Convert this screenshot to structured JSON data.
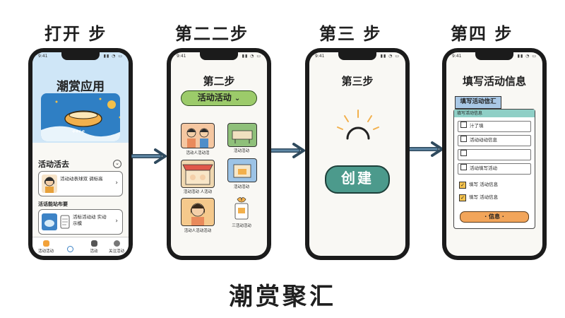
{
  "steps": [
    {
      "title": "打开 步"
    },
    {
      "title": "第二二步"
    },
    {
      "title": "第三 步"
    },
    {
      "title": "第四 步"
    }
  ],
  "footer_title": "潮赏聚汇",
  "status_time": "9:41",
  "phone1": {
    "app_title": "潮赏应用",
    "hero_text": "ቀቀሩቀ",
    "section1_title": "活动活去",
    "card1_text": "活动动表球双 调标高",
    "section2_title": "活话能站布要",
    "card2_text": "活标活动动 实动示模",
    "nav": [
      "活动活动",
      "",
      "活动",
      "关注活动"
    ]
  },
  "phone2": {
    "title": "第二步",
    "pill": "活动活动",
    "captions": [
      "活动人活动活",
      "活动活动",
      "活动活动 人活动",
      "活动活动",
      "活动人活动活动",
      "三活动活动"
    ]
  },
  "phone3": {
    "title": "第三步",
    "button": "创建"
  },
  "phone4": {
    "title": "填写活动信息",
    "tab": "填写活动信汇",
    "form_head": "填写活动信息",
    "rows": [
      "汁了填",
      "活动动动信息",
      "",
      "活动填写活动"
    ],
    "checks": [
      "填写 活动信息",
      "填写 活动信息"
    ],
    "submit": "· 信息 ·"
  },
  "colors": {
    "phone_body": "#1b1b1b",
    "pill_green": "#9ccb6a",
    "create_teal": "#4c9a8c",
    "form_teal": "#8fcfc6",
    "submit_orange": "#f2a55a",
    "arrow_blue": "#4a6c86"
  }
}
